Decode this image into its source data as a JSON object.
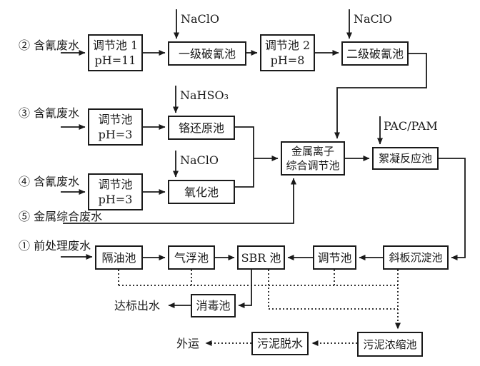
{
  "nodes": {
    "tiaojie1": {
      "line1": "调节池 1",
      "line2": "pH=11"
    },
    "yiji": {
      "label": "一级破氰池"
    },
    "tiaojie2": {
      "line1": "调节池 2",
      "line2": "pH=8"
    },
    "erji": {
      "label": "二级破氰池"
    },
    "tiaojie3": {
      "line1": "调节池",
      "line2": "pH=3"
    },
    "gehuanyuan": {
      "label": "铬还原池"
    },
    "tiaojie4": {
      "line1": "调节池",
      "line2": "pH=3"
    },
    "yanghua": {
      "label": "氧化池"
    },
    "jinshu": {
      "line1": "金属离子",
      "line2": "综合调节池"
    },
    "xuning": {
      "label": "絮凝反应池"
    },
    "geyou": {
      "label": "隔油池"
    },
    "qifu": {
      "label": "气浮池"
    },
    "sbr": {
      "label": "SBR 池"
    },
    "tiaojie5": {
      "label": "调节池"
    },
    "xieban": {
      "label": "斜板沉淀池"
    },
    "xiaodu": {
      "label": "消毒池"
    },
    "wunituoshui": {
      "label": "污泥脱水"
    },
    "wuninongsuo": {
      "label": "污泥浓缩池"
    }
  },
  "streams": {
    "s1": "① 前处理废水",
    "s2": "② 含氰废水",
    "s3": "③ 含氰废水",
    "s4": "④ 含氰废水",
    "s5": "⑤ 金属综合废水"
  },
  "reagents": {
    "naclo1": "NaClO",
    "naclo2": "NaClO",
    "nahso3": "NaHSO₃",
    "naclo3": "NaClO",
    "pacpam": "PAC/PAM"
  },
  "outputs": {
    "dabiao": "达标出水",
    "waiyun": "外运"
  },
  "colors": {
    "line": "#1a1a1a",
    "box_border": "#1a1a1a",
    "text": "#1a1a1a",
    "background": "#ffffff"
  }
}
